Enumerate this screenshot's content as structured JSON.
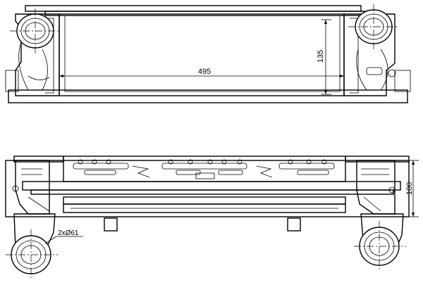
{
  "drawing": {
    "subject": "intercooler technical drawing",
    "dimensions": {
      "length": "495",
      "height": "135",
      "depth": "100",
      "connections": "2xØ61"
    }
  }
}
